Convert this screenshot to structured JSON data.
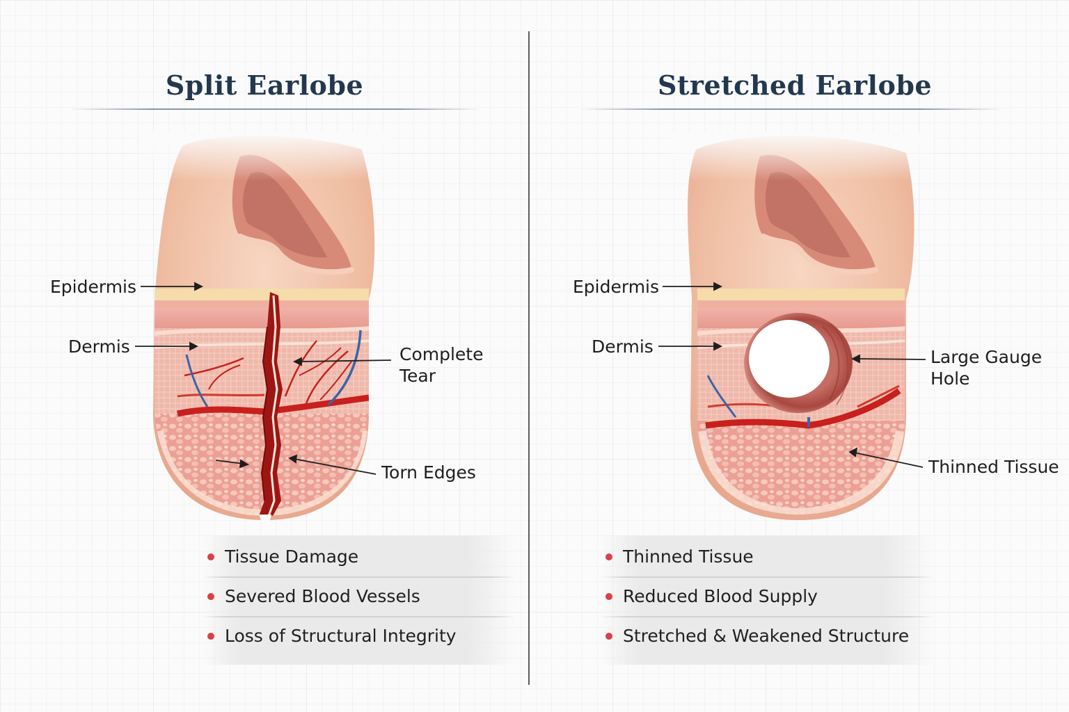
{
  "panels": [
    {
      "title": "Split Earlobe",
      "labels": {
        "epidermis": "Epidermis",
        "dermis": "Dermis",
        "feature": "Complete Tear",
        "edge": "Torn Edges"
      },
      "facts": [
        "Tissue Damage",
        "Severed Blood Vessels",
        "Loss of Structural Integrity"
      ]
    },
    {
      "title": "Stretched Earlobe",
      "labels": {
        "epidermis": "Epidermis",
        "dermis": "Dermis",
        "feature": "Large Gauge Hole",
        "edge": "Thinned Tissue"
      },
      "facts": [
        "Thinned Tissue",
        "Reduced Blood Supply",
        "Stretched & Weakened Structure"
      ]
    }
  ],
  "colors": {
    "title": "#23384f",
    "skin": "#f2c6ab",
    "dermis": "#eaa49a",
    "artery": "#c8201d",
    "vein": "#3c64a8",
    "bullet": "#d94046"
  }
}
